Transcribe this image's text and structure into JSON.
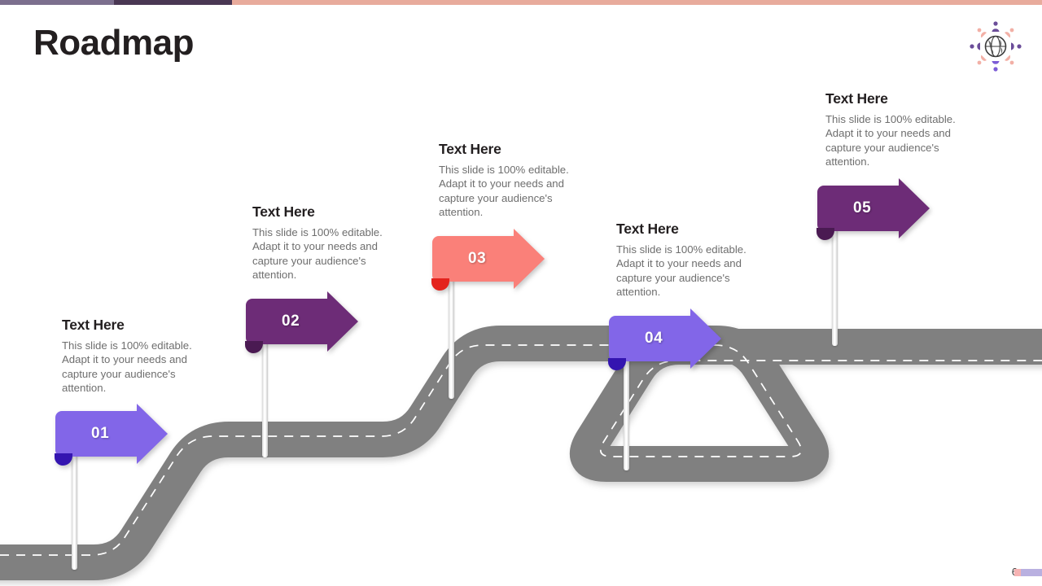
{
  "slide": {
    "title": "Roadmap",
    "page_number": "6",
    "background": "#ffffff"
  },
  "top_bar": {
    "segments": [
      {
        "name": "lilac",
        "color": "#7c6f8e"
      },
      {
        "name": "plum",
        "color": "#4a3753"
      },
      {
        "name": "salmon",
        "color": "#e8ab9c"
      }
    ]
  },
  "logo": {
    "name": "globe-people-logo",
    "globe_color": "#3b3b3b",
    "accent_purple": "#6b4d99",
    "accent_violet": "#7c5cd6",
    "accent_salmon": "#ef9a8e"
  },
  "road": {
    "surface_color": "#808080",
    "lane_dash_color": "#ffffff"
  },
  "body_text": "This slide is 100% editable. Adapt it to your needs and capture your audience's attention.",
  "heading_text": "Text Here",
  "milestones": [
    {
      "id": "01",
      "number": "01",
      "title": "Text Here",
      "body": "This slide is 100% editable. Adapt it to your needs and capture your audience's attention.",
      "flag_color": "#8266e8",
      "fold_color": "#3415b0"
    },
    {
      "id": "02",
      "number": "02",
      "title": "Text Here",
      "body": "This slide is 100% editable. Adapt it to your needs and capture your audience's attention.",
      "flag_color": "#6d2c77",
      "fold_color": "#4a1a52"
    },
    {
      "id": "03",
      "number": "03",
      "title": "Text Here",
      "body": "This slide is 100% editable. Adapt it to your needs and capture your audience's attention.",
      "flag_color": "#fa8079",
      "fold_color": "#e4231d"
    },
    {
      "id": "04",
      "number": "04",
      "title": "Text Here",
      "body": "This slide is 100% editable. Adapt it to your needs and capture your audience's attention.",
      "flag_color": "#8266e8",
      "fold_color": "#3415b0"
    },
    {
      "id": "05",
      "number": "05",
      "title": "Text Here",
      "body": "This slide is 100% editable. Adapt it to your needs and capture your audience's attention.",
      "flag_color": "#6d2c77",
      "fold_color": "#4a1a52"
    }
  ],
  "footer": {
    "chip_pink": "#f6b3b3",
    "chip_lilac": "#b9b0e0"
  }
}
